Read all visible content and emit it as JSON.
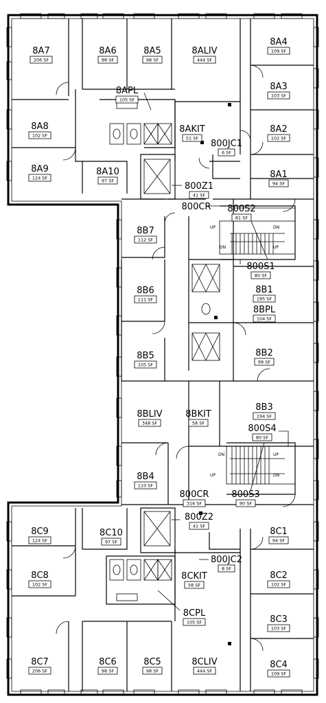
{
  "rooms": [
    {
      "id": "8A7",
      "name": "8A7",
      "area": "206 SF"
    },
    {
      "id": "8A6",
      "name": "8A6",
      "area": "98 SF"
    },
    {
      "id": "8A5",
      "name": "8A5",
      "area": "98 SF"
    },
    {
      "id": "8ALIV",
      "name": "8ALIV",
      "area": "444 SF"
    },
    {
      "id": "8A4",
      "name": "8A4",
      "area": "109 SF"
    },
    {
      "id": "8A3",
      "name": "8A3",
      "area": "103 SF"
    },
    {
      "id": "8APL",
      "name": "8APL",
      "area": "105 SF"
    },
    {
      "id": "8A8",
      "name": "8A8",
      "area": "102 SF"
    },
    {
      "id": "8AKIT",
      "name": "8AKIT",
      "area": "51 SF"
    },
    {
      "id": "8A2",
      "name": "8A2",
      "area": "102 SF"
    },
    {
      "id": "800JC1",
      "name": "800JC1",
      "area": "6 SF"
    },
    {
      "id": "8A9",
      "name": "8A9",
      "area": "124 SF"
    },
    {
      "id": "8A10",
      "name": "8A10",
      "area": "97 SF"
    },
    {
      "id": "8A1",
      "name": "8A1",
      "area": "94 SF"
    },
    {
      "id": "800Z1",
      "name": "800Z1",
      "area": "41 SF"
    },
    {
      "id": "800CR-top",
      "name": "800CR",
      "area": ""
    },
    {
      "id": "800S2",
      "name": "800S2",
      "area": "81 SF"
    },
    {
      "id": "8B7",
      "name": "8B7",
      "area": "112 SF"
    },
    {
      "id": "800S1",
      "name": "800S1",
      "area": "80 SF"
    },
    {
      "id": "8B6",
      "name": "8B6",
      "area": "111 SF"
    },
    {
      "id": "8B1",
      "name": "8B1",
      "area": "195 SF"
    },
    {
      "id": "8BPL",
      "name": "8BPL",
      "area": "104 SF"
    },
    {
      "id": "8B2",
      "name": "8B2",
      "area": "99 SF"
    },
    {
      "id": "8B5",
      "name": "8B5",
      "area": "105 SF"
    },
    {
      "id": "8BLIV",
      "name": "8BLIV",
      "area": "348 SF"
    },
    {
      "id": "8BKIT",
      "name": "8BKIT",
      "area": "58 SF"
    },
    {
      "id": "8B3",
      "name": "8B3",
      "area": "194 SF"
    },
    {
      "id": "800S4",
      "name": "800S4",
      "area": "80 SF"
    },
    {
      "id": "8B4",
      "name": "8B4",
      "area": "110 SF"
    },
    {
      "id": "800CR-bot",
      "name": "800CR",
      "area": "316 SF"
    },
    {
      "id": "800S3",
      "name": "800S3",
      "area": "90 SF"
    },
    {
      "id": "8C9",
      "name": "8C9",
      "area": "124 SF"
    },
    {
      "id": "8C10",
      "name": "8C10",
      "area": "97 SF"
    },
    {
      "id": "800Z2",
      "name": "800Z2",
      "area": "41 SF"
    },
    {
      "id": "8C1",
      "name": "8C1",
      "area": "94 SF"
    },
    {
      "id": "800JC2",
      "name": "800JC2",
      "area": "8 SF"
    },
    {
      "id": "8C8",
      "name": "8C8",
      "area": "102 SF"
    },
    {
      "id": "8CKIT",
      "name": "8CKIT",
      "area": "58 SF"
    },
    {
      "id": "8C2",
      "name": "8C2",
      "area": "102 SF"
    },
    {
      "id": "8CPL",
      "name": "8CPL",
      "area": "105 SF"
    },
    {
      "id": "8C3",
      "name": "8C3",
      "area": "103 SF"
    },
    {
      "id": "8C7",
      "name": "8C7",
      "area": "206 SF"
    },
    {
      "id": "8C6",
      "name": "8C6",
      "area": "98 SF"
    },
    {
      "id": "8C5",
      "name": "8C5",
      "area": "98 SF"
    },
    {
      "id": "8CLIV",
      "name": "8CLIV",
      "area": "444 SF"
    },
    {
      "id": "8C4",
      "name": "8C4",
      "area": "109 SF"
    }
  ],
  "stairs": {
    "up": "UP",
    "dn": "DN"
  }
}
